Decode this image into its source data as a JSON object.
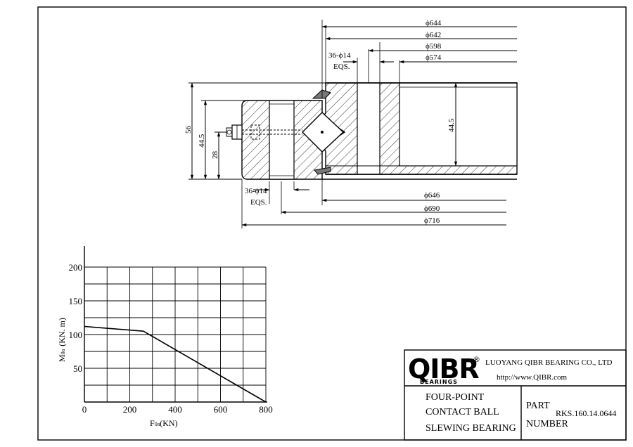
{
  "section_drawing": {
    "top_dimensions": [
      "ϕ644",
      "ϕ642",
      "ϕ598",
      "ϕ574"
    ],
    "bottom_dimensions": [
      "ϕ646",
      "ϕ690",
      "ϕ716"
    ],
    "top_hole_callout": [
      "36-ϕ14",
      "EQS."
    ],
    "bottom_hole_callout": [
      "36-ϕ14",
      "EQS."
    ],
    "height_dimensions": [
      "56",
      "44.5",
      "28"
    ],
    "inner_height": "44.5"
  },
  "chart_data": {
    "type": "line",
    "x": [
      0,
      260,
      800
    ],
    "y": [
      112,
      105,
      0
    ],
    "xlim": [
      0,
      800
    ],
    "ylim": [
      0,
      200
    ],
    "xticks": [
      0,
      200,
      400,
      600,
      800
    ],
    "yticks": [
      50,
      100,
      150,
      200
    ],
    "xlabel_main": "F",
    "xlabel_sub": "0a",
    "xlabel_unit": "(KN)",
    "ylabel_main": "M",
    "ylabel_sub": "0a",
    "ylabel_unit": "(KN. m)",
    "grid": true
  },
  "title_block": {
    "logo": "QIBR",
    "logo_sub": "BEARINGS",
    "registered": "®",
    "company": "LUOYANG QIBR BEARING CO., LTD",
    "website": "http://www.QIBR.com",
    "description": [
      "FOUR-POINT",
      "CONTACT BALL",
      "SLEWING BEARING"
    ],
    "part_label": [
      "PART",
      "NUMBER"
    ],
    "part_number": "RKS.160.14.0644"
  }
}
